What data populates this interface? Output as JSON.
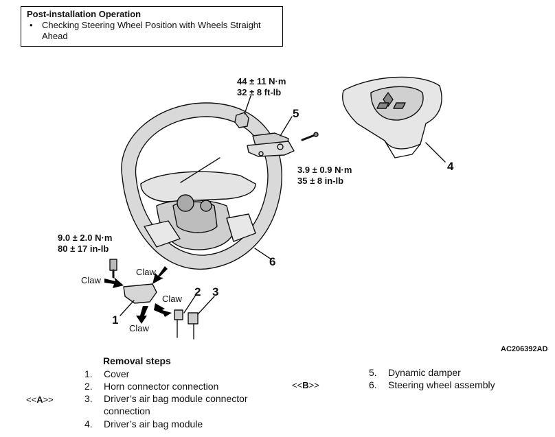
{
  "note": {
    "title": "Post-installation Operation",
    "bullet": "•",
    "item": "Checking Steering Wheel Position with Wheels Straight Ahead"
  },
  "torques": {
    "nut": [
      "44 ± 11 N·m",
      "32 ± 8 ft-lb"
    ],
    "damper_bolt": [
      "3.9 ± 0.9 N·m",
      "35 ± 8 in-lb"
    ],
    "cover_bolt": [
      "9.0 ± 2.0 N·m",
      "80 ± 17 in-lb"
    ]
  },
  "callouts": {
    "n1": "1",
    "n2": "2",
    "n3": "3",
    "n4": "4",
    "n5": "5",
    "n6": "6"
  },
  "claw_label": "Claw",
  "figure_code": "AC206392AD",
  "removal": {
    "title": "Removal steps",
    "steps": [
      {
        "n": "1.",
        "text": "Cover"
      },
      {
        "n": "2.",
        "text": "Horn connector connection"
      },
      {
        "n": "3.",
        "text": "Driver’s air bag module connector"
      },
      {
        "n": "",
        "text": "connection"
      },
      {
        "n": "4.",
        "text": "Driver’s air bag module"
      },
      {
        "n": "5.",
        "text": "Dynamic damper"
      },
      {
        "n": "6.",
        "text": "Steering wheel assembly"
      }
    ],
    "tag_a": {
      "open": "<<",
      "letter": "A",
      "close": ">>"
    },
    "tag_b": {
      "open": "<<",
      "letter": "B",
      "close": ">>"
    }
  }
}
